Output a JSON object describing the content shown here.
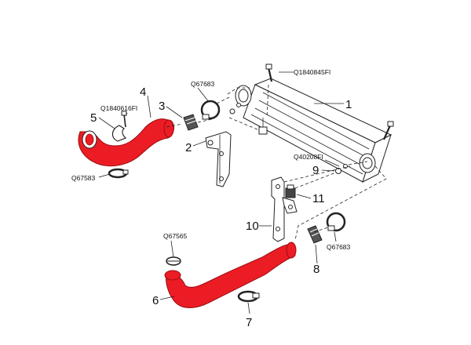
{
  "diagram": {
    "callouts": {
      "intercooler": "1",
      "bracket_left": "2",
      "clip_left": "3",
      "hose_upper": "4",
      "hose_bracket": "5",
      "hose_lower": "6",
      "clamp_lower": "7",
      "clip_right": "8",
      "washer": "9",
      "bracket_right": "10",
      "mount_right": "11"
    },
    "part_codes": {
      "bolt_top": "Q1840845FI",
      "clamp_top": "Q67683",
      "bolt_upper_hose": "Q1840616FI",
      "clamp_upper_hose": "Q67583",
      "washer_code": "Q40208FI",
      "clamp_lower_hose": "Q67565",
      "clamp_right": "Q67683"
    },
    "colors": {
      "hose": "#ec1c24",
      "line": "#222222"
    }
  }
}
